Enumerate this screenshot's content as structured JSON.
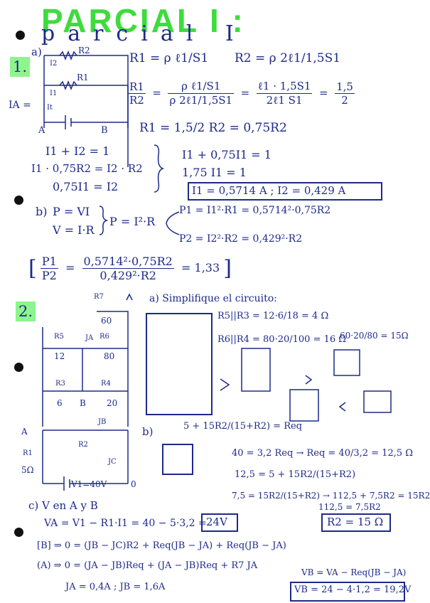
{
  "title": "PARCIAL I :",
  "subtitle": "parcial I",
  "p1": {
    "tag": "1.",
    "part_a": "a)",
    "labels": {
      "R2": "R2",
      "R1": "R1",
      "I2": "I2",
      "I1": "I1",
      "IA": "IA =",
      "It": "It",
      "A": "A",
      "B": "B"
    },
    "eq1": "R1 = ρ ℓ1/S1",
    "eq2": "R2 = ρ 2ℓ1/1,5S1",
    "ratio_num": "R1",
    "ratio_den": "R2",
    "ratio_mid_num": "ρ ℓ1/S1",
    "ratio_mid_den": "ρ 2ℓ1/1,5S1",
    "ratio_r_num": "ℓ1 · 1,5S1",
    "ratio_r_den": "2ℓ1 S1",
    "ratio_result_num": "1,5",
    "ratio_result_den": "2",
    "r1_rel": "R1 = 1,5/2 R2 = 0,75R2",
    "sys1": "I1 + I2 = 1",
    "sys2": "I1 · 0,75R2 = I2 · R2",
    "sys3": "0,75I1 = I2",
    "sys4": "I1 + 0,75I1 = 1",
    "sys5": "1,75 I1 = 1",
    "sys_result": "I1 = 0,5714 A  ;  I2 = 0,429 A",
    "part_b": "b)",
    "b1": "P = VI",
    "b2": "V = I·R",
    "b3": "P = I²·R",
    "b4": "P1 = I1²·R1 = 0,5714²·0,75R2",
    "b5": "P2 = I2²·R2 = 0,429²·R2",
    "b_ratio_num": "P1",
    "b_ratio_den": "P2",
    "b_ratio_val_num": "0,5714²·0,75R2",
    "b_ratio_val_den": "0,429²·R2",
    "b_result": "= 1,33"
  },
  "p2": {
    "tag": "2.",
    "labels": {
      "R7": "R7",
      "R7v": "60",
      "R5": "R5",
      "R5v": "12",
      "R6": "R6",
      "R6v": "80",
      "R3": "R3",
      "R3v": "6",
      "R4": "R4",
      "R4v": "20",
      "B": "B",
      "A": "A",
      "R2": "R2",
      "R1": "R1",
      "R1v": "5Ω",
      "JA": "JA",
      "JB": "JB",
      "JC": "JC",
      "V1": "V1=40V",
      "ground": "0"
    },
    "a_label": "a) Simplifique el circuito:",
    "s1": "R5||R3 = 12·6/18 = 4 Ω",
    "s2": "R6||R4 = 80·20/100 = 16 Ω",
    "s3": "60·20/80 = 15Ω",
    "b_label": "b)",
    "beq": "5 + 15R2/(15+R2) = Req",
    "c1": "40 = 3,2 Req → Req = 40/3,2 = 12,5 Ω",
    "c2": "12,5 = 5 + 15R2/(15+R2)",
    "c3": "7,5 = 15R2/(15+R2)  →  112,5 + 7,5R2 = 15R2",
    "c4": "112,5 = 7,5R2",
    "c_result": "R2 = 15 Ω",
    "c_label": "c) V en A y B",
    "va": "VA = V1 − R1·I1 = 40 − 5·3,2 =",
    "va_result": "24V",
    "l1": "[B] ⇒ 0 = (JB − JC)R2 + Req(JB − JA) + Req(JB − JA)",
    "l2": "(A) ⇒ 0 = (JA − JB)Req + (JA − JB)Req + R7 JA",
    "l3": "JA = 0,4A ; JB = 1,6A",
    "vb1": "VB = VA − Req(JB − JA)",
    "vb2": "VB = 24 − 4·1,2 = 19,2V"
  },
  "colors": {
    "ink": "#1d2a8a",
    "highlight": "#8ef58e",
    "title": "#3ddc3d"
  }
}
